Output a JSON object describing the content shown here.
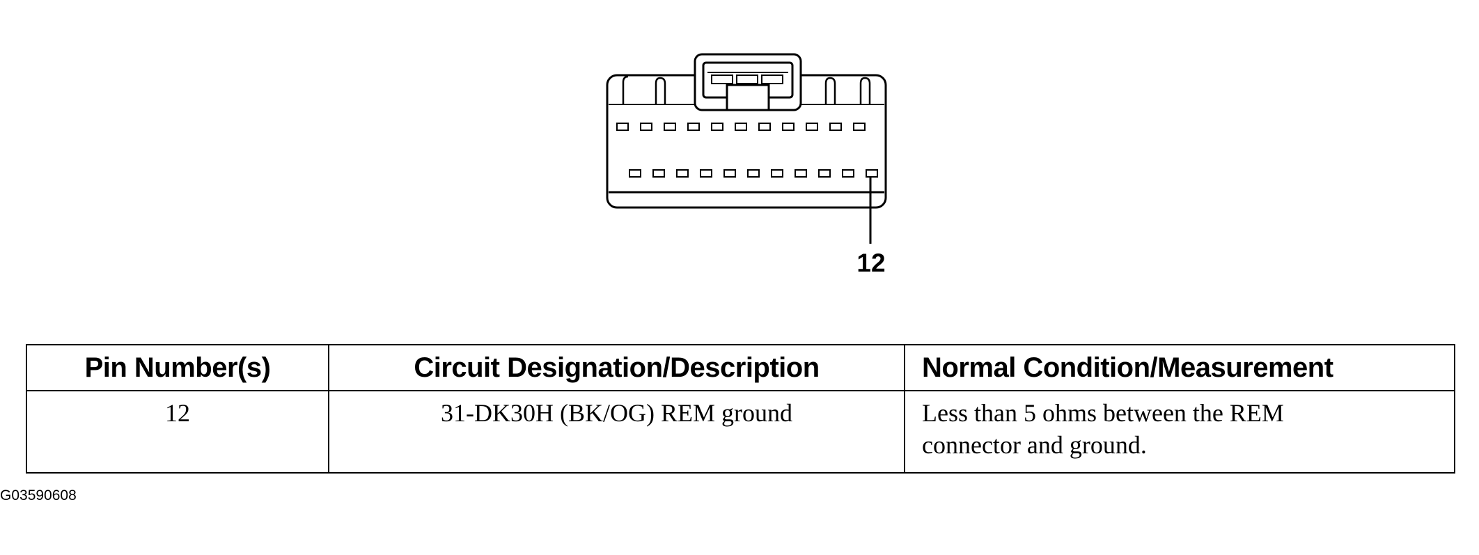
{
  "connector": {
    "callout_pin": "12",
    "top_row_cavities": 11,
    "bottom_row_cavities": 11
  },
  "table": {
    "headers": [
      "Pin Number(s)",
      "Circuit Designation/Description",
      "Normal Condition/Measurement"
    ],
    "rows": [
      {
        "pin": "12",
        "circuit": "31-DK30H (BK/OG) REM ground",
        "condition_line1": "Less than 5 ohms between the REM",
        "condition_line2": "connector and ground."
      }
    ]
  },
  "figure_id": "G03590608"
}
